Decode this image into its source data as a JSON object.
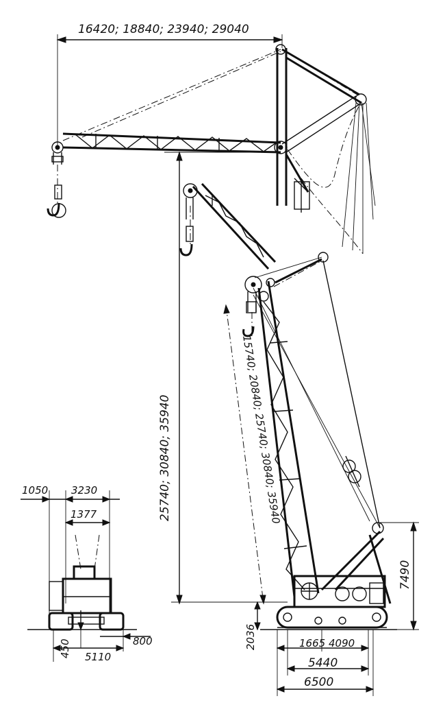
{
  "dimensions": {
    "jib_reach": "16420; 18840; 23940; 29040",
    "jib_height": "25740; 30840; 35940",
    "boom_length": "15740; 20840; 25740; 30840; 35940",
    "mast_height": "7490",
    "base_offset": "2036",
    "track_left": "1665",
    "track_right": "4090",
    "track_length": "5440",
    "overall_length": "6500",
    "front_left": "1050",
    "front_width": "3230",
    "front_inner": "1377",
    "front_gauge": "5110",
    "front_track": "800",
    "front_clearance": "450"
  }
}
